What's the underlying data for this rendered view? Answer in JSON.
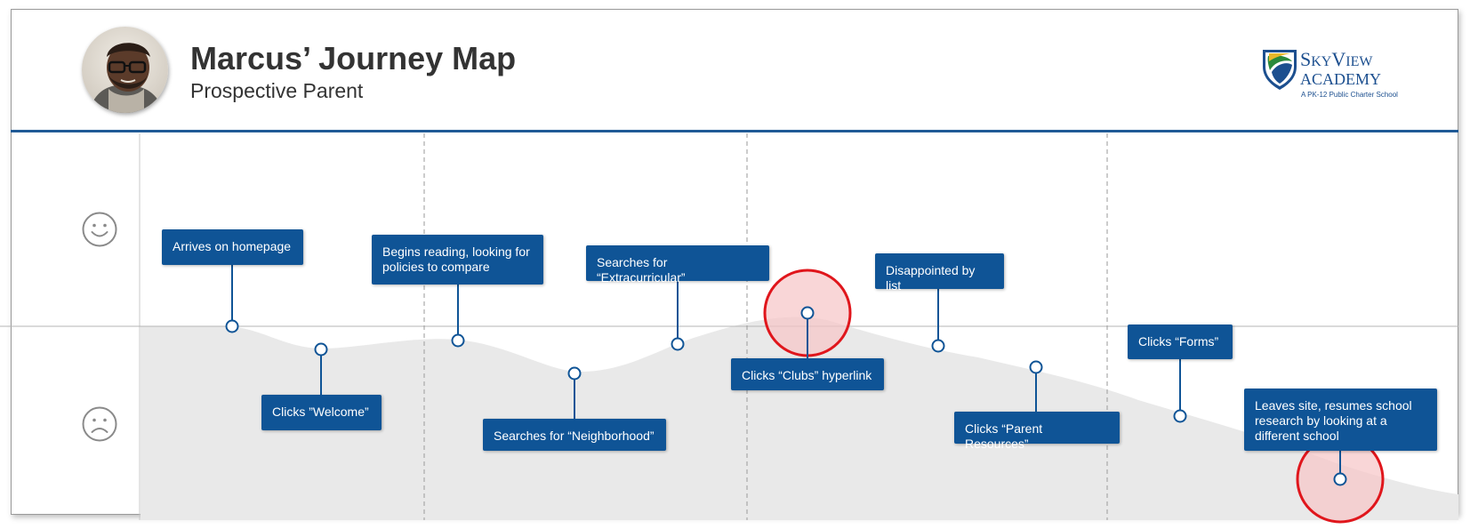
{
  "header": {
    "title": "Marcus’ Journey Map",
    "subtitle": "Prospective Parent",
    "avatar_icon": "person-photo-icon"
  },
  "logo": {
    "name_line1_big_s": "S",
    "name_line1_rest": "KY",
    "name_line1_big_v": "V",
    "name_line1_end": "IEW",
    "name_line2": "ACADEMY",
    "tagline": "A PK-12 Public Charter School",
    "icon": "shield-logo-icon"
  },
  "emotions": {
    "positive_icon": "smiley-face-icon",
    "negative_icon": "sad-face-icon"
  },
  "colors": {
    "accent": "#0f5496",
    "rule": "#1f5a96",
    "curve_fill": "#e9e9e9",
    "highlight_stroke": "#e0161c",
    "highlight_fill": "#f7c5c6"
  },
  "steps": [
    {
      "label": "Arrives on homepage",
      "position": "above"
    },
    {
      "label": "Clicks ”Welcome”",
      "position": "below"
    },
    {
      "label": "Begins reading, looking for policies to compare",
      "position": "above"
    },
    {
      "label": "Searches for “Neighborhood”",
      "position": "below"
    },
    {
      "label": "Searches for “Extracurricular”",
      "position": "above"
    },
    {
      "label": "Clicks “Clubs” hyperlink",
      "position": "below",
      "pain_point": true
    },
    {
      "label": "Disappointed by list",
      "position": "above"
    },
    {
      "label": "Clicks “Parent Resources”",
      "position": "below"
    },
    {
      "label": "Clicks “Forms”",
      "position": "above"
    },
    {
      "label": "Leaves site, resumes school research by looking at a different school",
      "position": "above",
      "pain_point": true
    }
  ]
}
